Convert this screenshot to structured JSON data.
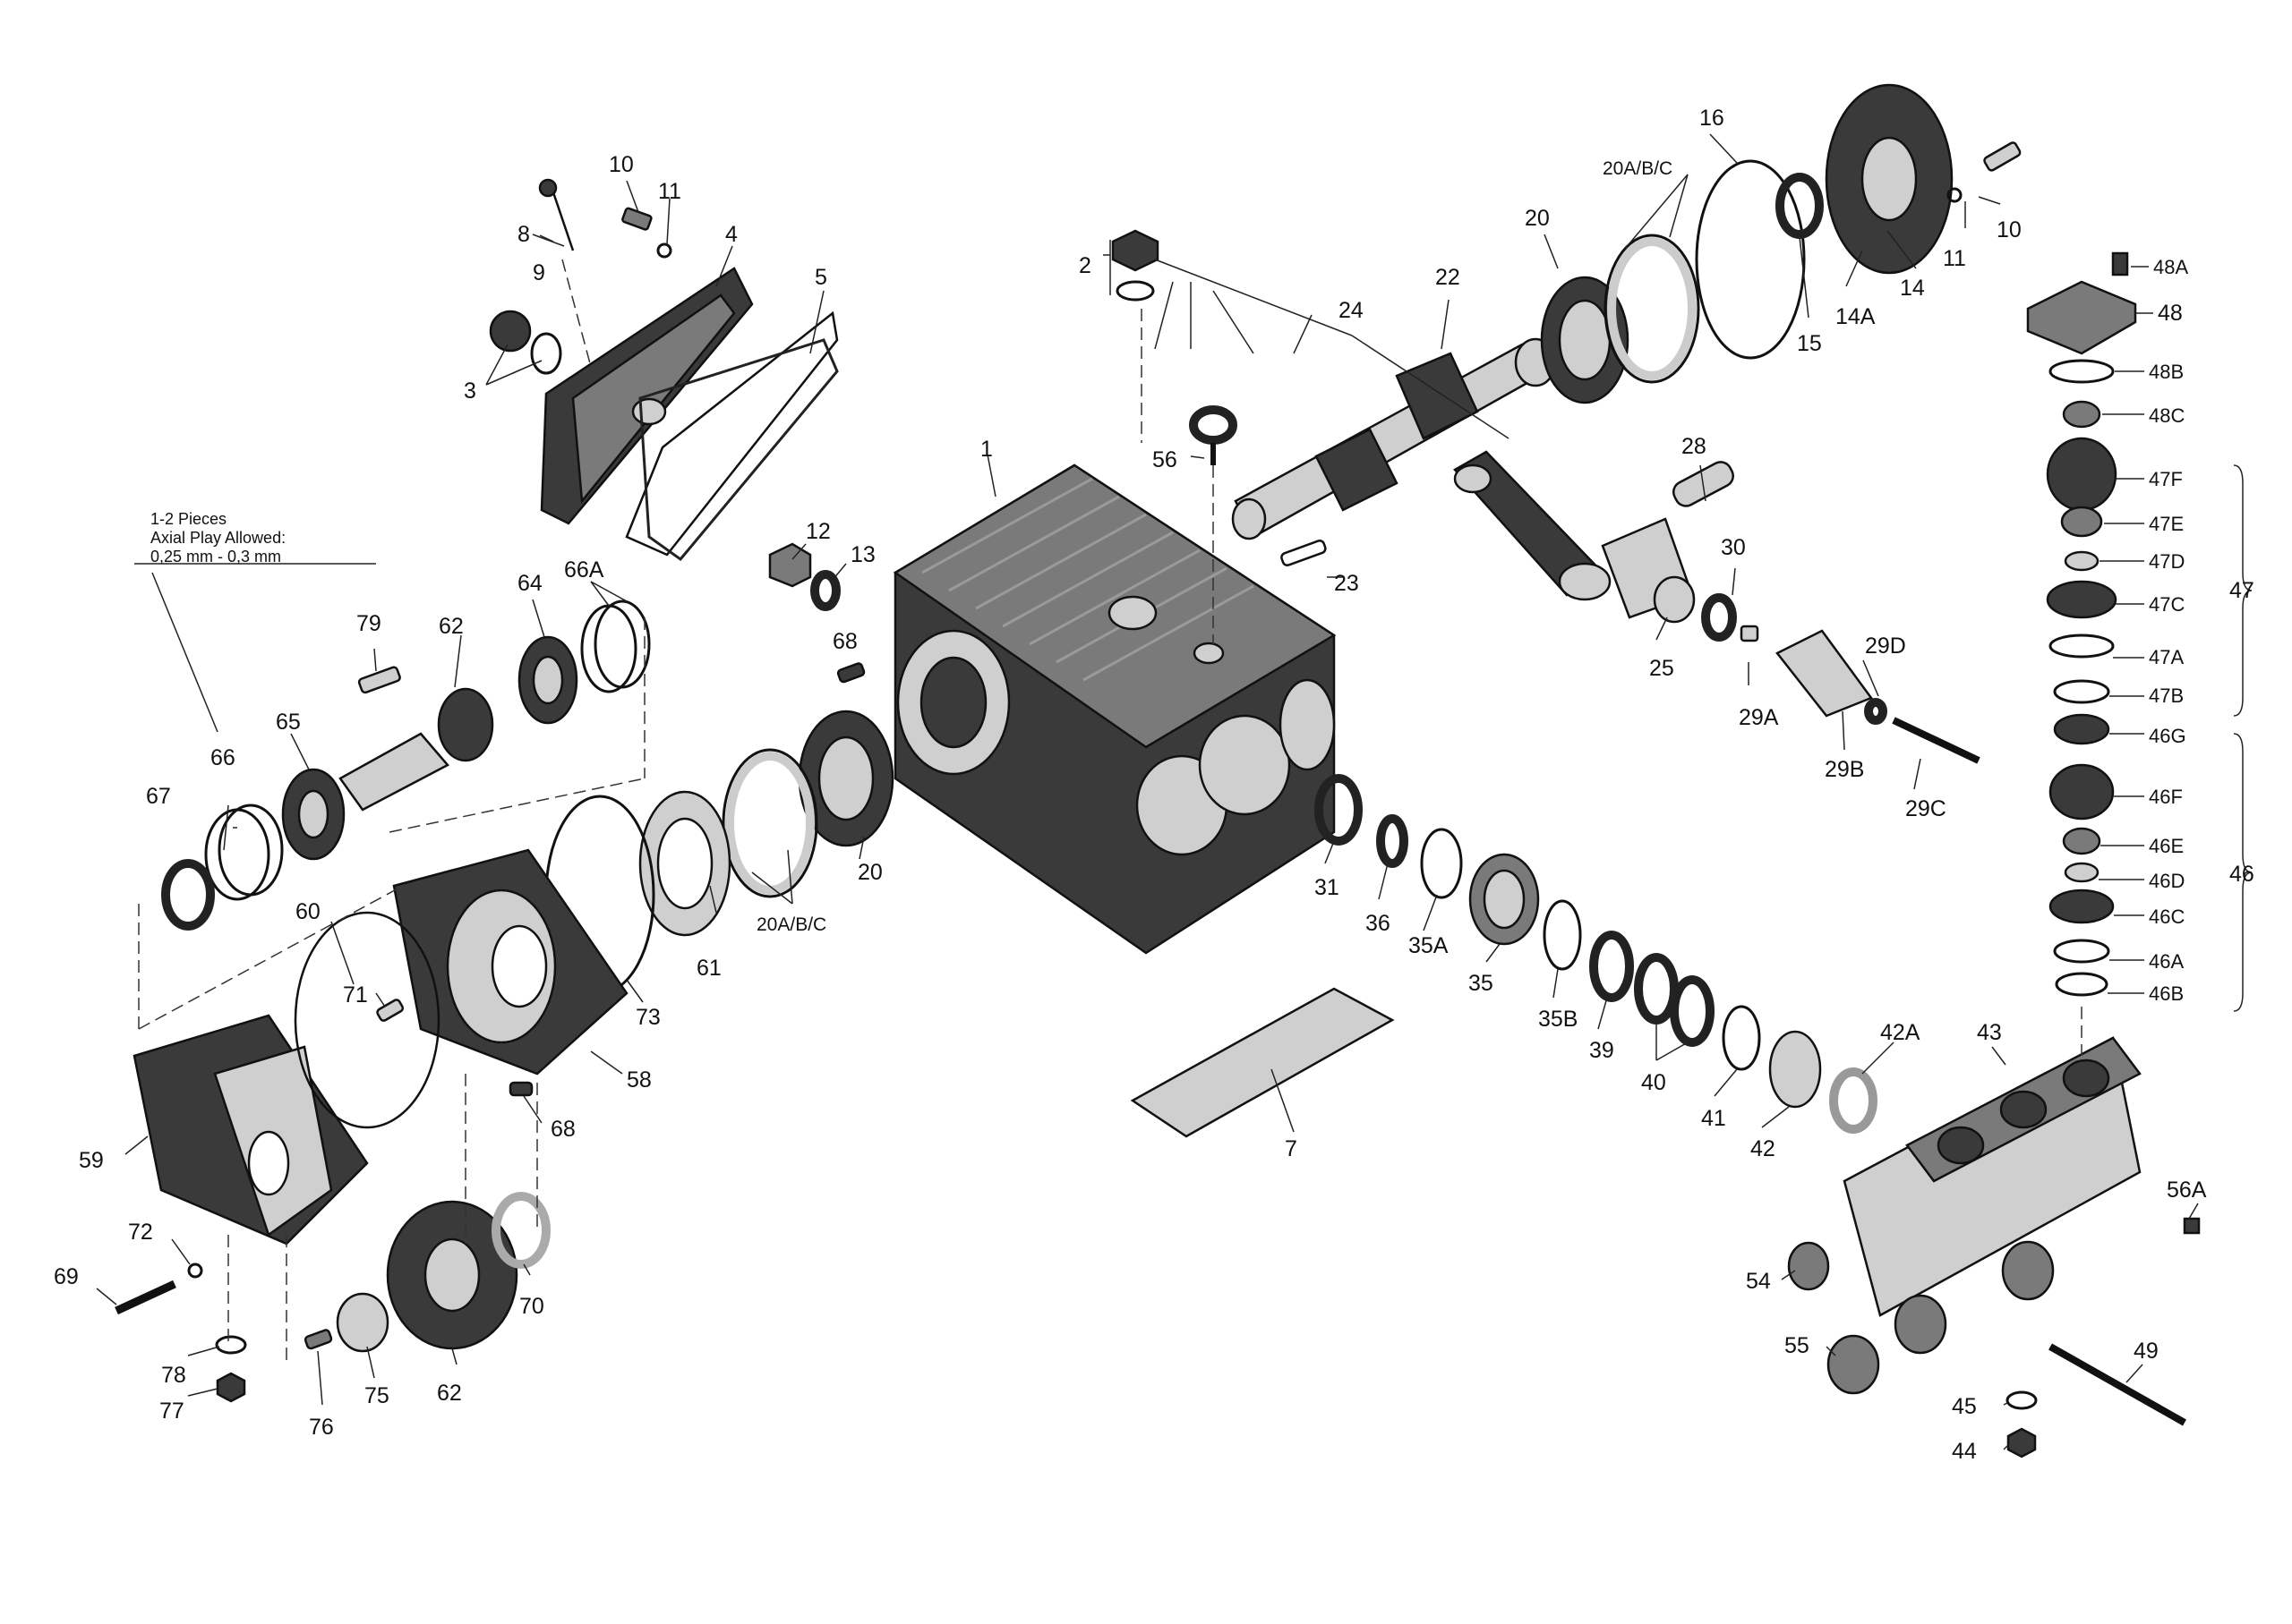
{
  "diagram": {
    "note": [
      "1-2 Pieces",
      "Axial Play Allowed:",
      "0,25 mm - 0,3 mm"
    ],
    "labels": {
      "p1": "1",
      "p2": "2",
      "p3": "3",
      "p4": "4",
      "p5": "5",
      "p7": "7",
      "p8": "8",
      "p9": "9",
      "p10a": "10",
      "p10b": "10",
      "p11a": "11",
      "p11b": "11",
      "p12": "12",
      "p13": "13",
      "p14": "14",
      "p14A": "14A",
      "p15": "15",
      "p16": "16",
      "p20a": "20",
      "p20b": "20",
      "p20ABCa": "20A/B/C",
      "p20ABCb": "20A/B/C",
      "p22": "22",
      "p23": "23",
      "p24": "24",
      "p25": "25",
      "p28": "28",
      "p29A": "29A",
      "p29B": "29B",
      "p29C": "29C",
      "p29D": "29D",
      "p30": "30",
      "p31": "31",
      "p35": "35",
      "p35A": "35A",
      "p35B": "35B",
      "p36": "36",
      "p39": "39",
      "p40": "40",
      "p41": "41",
      "p42": "42",
      "p42A": "42A",
      "p43": "43",
      "p44": "44",
      "p45": "45",
      "p46": "46",
      "p46A": "46A",
      "p46B": "46B",
      "p46C": "46C",
      "p46D": "46D",
      "p46E": "46E",
      "p46F": "46F",
      "p46G": "46G",
      "p47": "47",
      "p47A": "47A",
      "p47B": "47B",
      "p47C": "47C",
      "p47D": "47D",
      "p47E": "47E",
      "p47F": "47F",
      "p48": "48",
      "p48A": "48A",
      "p48B": "48B",
      "p48C": "48C",
      "p49": "49",
      "p54": "54",
      "p55": "55",
      "p56a": "56",
      "p56A": "56A",
      "p58": "58",
      "p59": "59",
      "p60": "60",
      "p61": "61",
      "p62a": "62",
      "p62b": "62",
      "p64": "64",
      "p65": "65",
      "p66": "66",
      "p66A": "66A",
      "p67": "67",
      "p68a": "68",
      "p68b": "68",
      "p69": "69",
      "p70": "70",
      "p71": "71",
      "p72": "72",
      "p73": "73",
      "p75": "75",
      "p76": "76",
      "p77": "77",
      "p78": "78",
      "p79": "79"
    }
  }
}
